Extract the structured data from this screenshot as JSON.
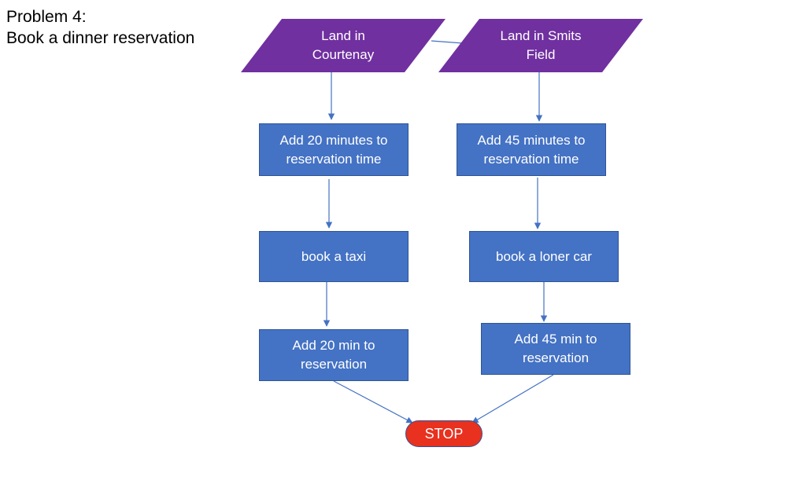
{
  "title": {
    "line1": "Problem 4:",
    "line2": "Book a dinner reservation"
  },
  "colors": {
    "input_fill": "#7030a0",
    "process_fill": "#4472c4",
    "connector": "#4472c4",
    "stop_fill": "#e8311f"
  },
  "left_branch": {
    "start_line1": "Land in",
    "start_line2": "Courtenay",
    "step1_line1": "Add 20 minutes to",
    "step1_line2": "reservation time",
    "step2": "book a taxi",
    "step3_line1": "Add 20 min to",
    "step3_line2": "reservation"
  },
  "right_branch": {
    "start_line1": "Land in Smits",
    "start_line2": "Field",
    "step1_line1": "Add 45 minutes to",
    "step1_line2": "reservation time",
    "step2": "book a loner car",
    "step3_line1": "Add 45 min to",
    "step3_line2": "reservation"
  },
  "end": {
    "label": "STOP"
  }
}
